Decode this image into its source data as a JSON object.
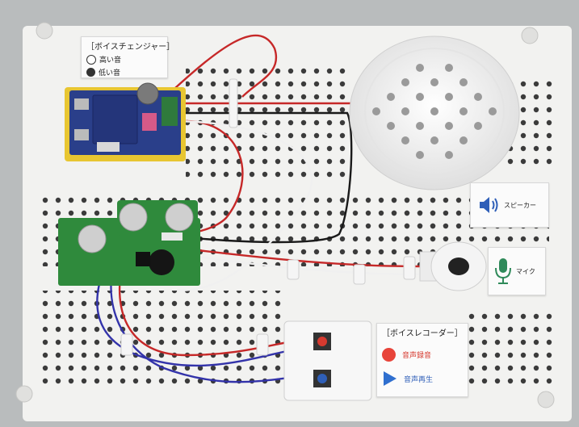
{
  "voice_changer": {
    "title": "［ボイスチェンジャー］",
    "option_high": "高い音",
    "option_low": "低い音"
  },
  "speaker_card": {
    "label": "スピーカー",
    "icon": "speaker-icon"
  },
  "mic_card": {
    "label": "マイク",
    "icon": "microphone-icon"
  },
  "voice_recorder": {
    "title": "［ボイスレコーダー］",
    "record_label": "音声録音",
    "play_label": "音声再生"
  },
  "colors": {
    "record": "#e8443a",
    "play": "#2f6fcf",
    "pcb_blue": "#2a3f8a",
    "pcb_green": "#2f8a3c",
    "pcb_yellow": "#e8c631"
  }
}
